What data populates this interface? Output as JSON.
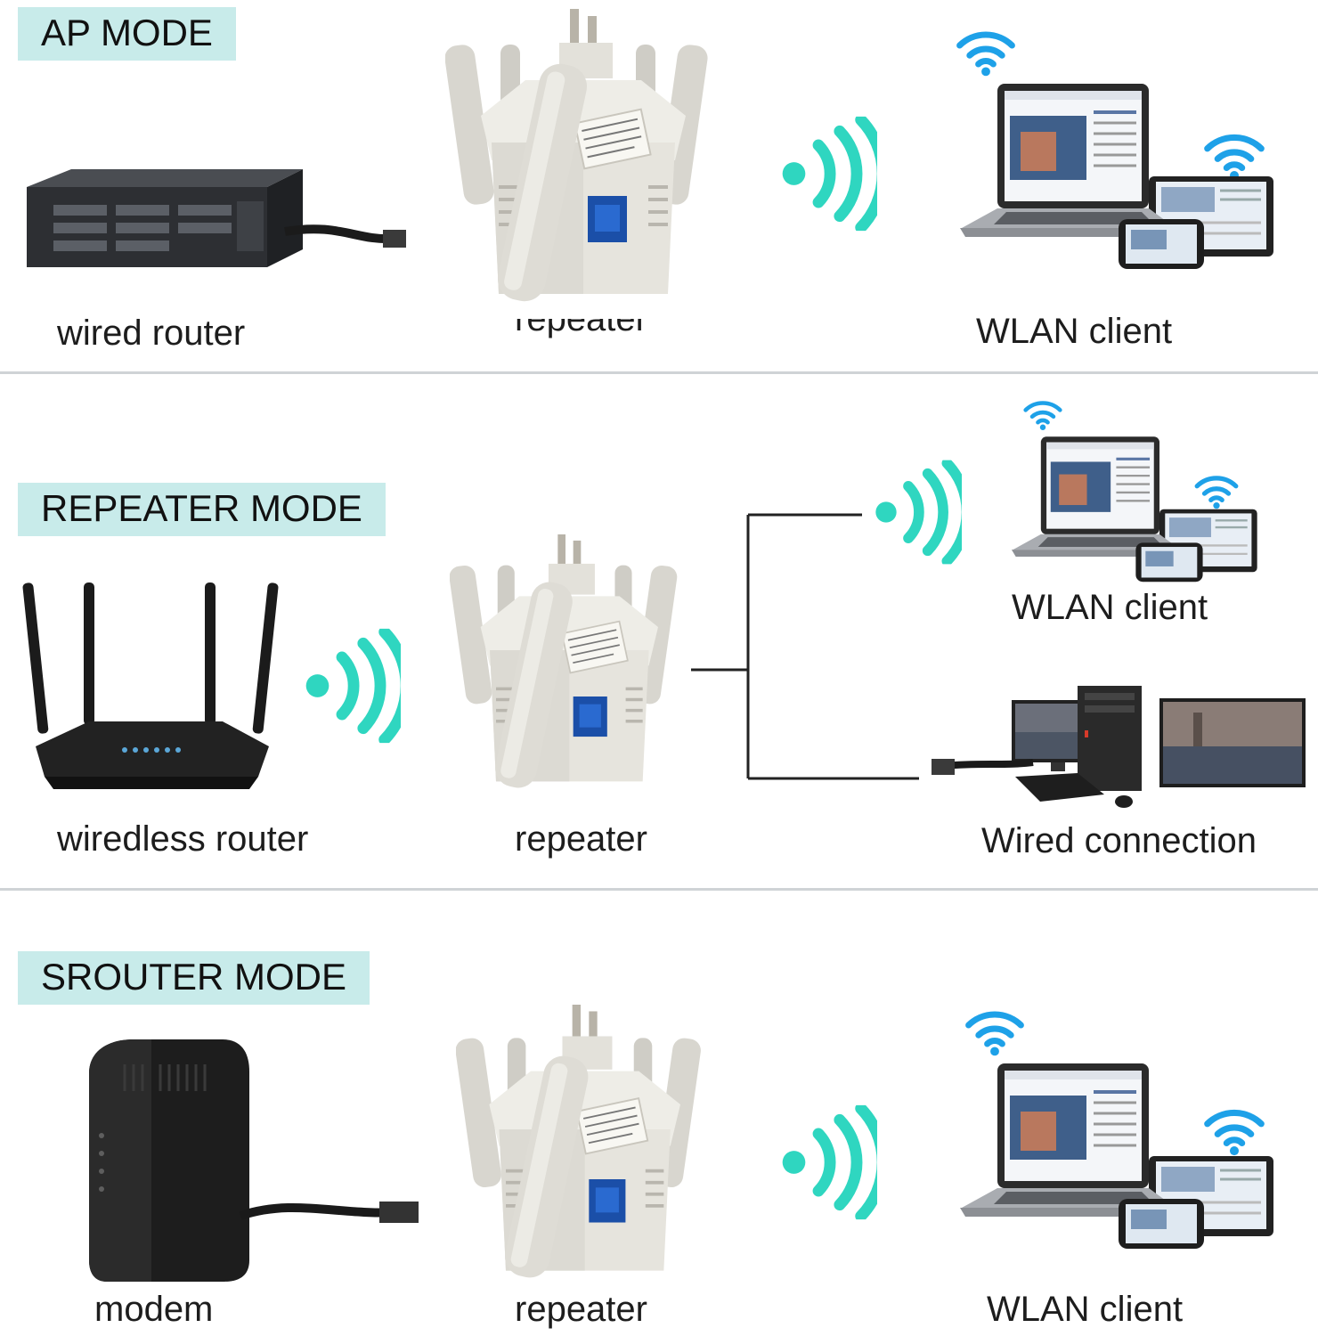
{
  "colors": {
    "wifi": "#2fd6c0",
    "wifi_blue": "#1ea1e8",
    "badge_bg": "#c8ebea",
    "device_dark": "#1f1f1f",
    "repeater_body": "#e6e4dd",
    "lan_port": "#1b4fa8",
    "divider": "#cfd3d6"
  },
  "sections": {
    "ap": {
      "title": "AP MODE",
      "left_label": "wired router",
      "middle_label": "repeater",
      "right_label": "WLAN client"
    },
    "repeater": {
      "title": "REPEATER MODE",
      "left_label": "wiredless router",
      "middle_label": "repeater",
      "client_label": "WLAN client",
      "wired_label": "Wired connection"
    },
    "srouter": {
      "title": "SROUTER MODE",
      "left_label": "modem",
      "middle_label": "repeater",
      "right_label": "WLAN client"
    }
  },
  "icons": [
    "wifi-waves-icon",
    "wifi-icon",
    "laptop-icon",
    "tablet-icon",
    "phone-icon",
    "desktop-icon",
    "monitor-icon",
    "keyboard-icon",
    "mouse-icon",
    "ethernet-cable-icon",
    "router-icon",
    "modem-icon",
    "repeater-icon"
  ]
}
